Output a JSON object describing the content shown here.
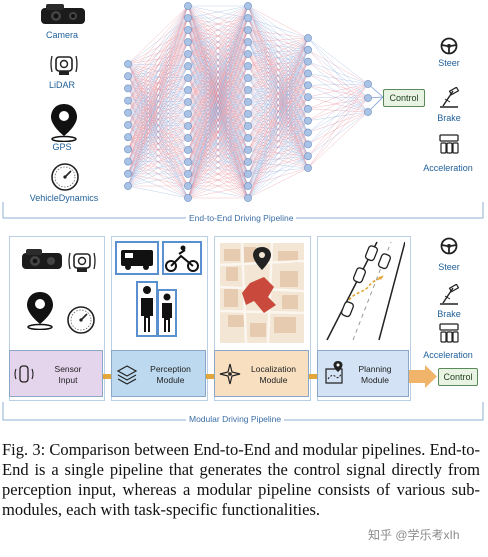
{
  "top": {
    "inputs": [
      "Camera",
      "LiDAR",
      "GPS",
      "VehicleDynamics"
    ],
    "control_label": "Control",
    "outputs": [
      "Steer",
      "Brake",
      "Acceleration"
    ],
    "pipeline_label": "End-to-End Driving Pipeline"
  },
  "bottom": {
    "modules": [
      {
        "line1": "Sensor",
        "line2": "Input"
      },
      {
        "line1": "Perception",
        "line2": "Module"
      },
      {
        "line1": "Localization",
        "line2": "Module"
      },
      {
        "line1": "Planning",
        "line2": "Module"
      }
    ],
    "control_label": "Control",
    "outputs": [
      "Steer",
      "Brake",
      "Acceleration"
    ],
    "pipeline_label": "Modular Driving Pipeline"
  },
  "caption": "Fig. 3: Comparison between End-to-End and modular pipelines. End-to-End is a single pipeline that generates the control signal directly from perception input, whereas a modular pipeline consists of various sub-modules, each with task-specific functionalities.",
  "watermark": "知乎 @学乐考xIh",
  "colors": {
    "node": "#a9c3e6",
    "red_edge": "#e07b88",
    "blue_edge": "#7f9fd6",
    "sensor_box": "#e4d4ec",
    "perception_box": "#bcd9ef",
    "localization_box": "#f7dfc0",
    "planning_box": "#d3e3f5",
    "arrow": "#e3a63a",
    "control_box": "#e8f3e3"
  }
}
